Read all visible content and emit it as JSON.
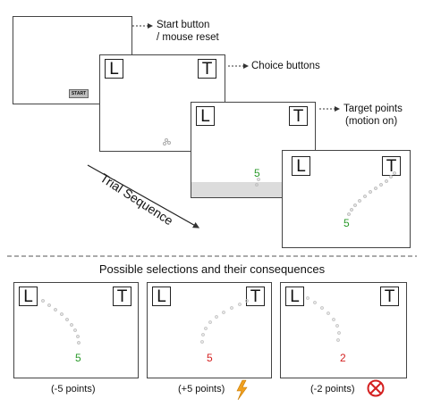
{
  "annotations": {
    "start": [
      "Start button",
      "/ mouse reset"
    ],
    "choice": "Choice buttons",
    "target": [
      "Target points",
      "(motion on)"
    ]
  },
  "start_button": "START",
  "keys": {
    "left": "L",
    "right": "T"
  },
  "trial_numbers": {
    "frame3": "5",
    "frame4": "5"
  },
  "sequence_label": "Trial Sequence",
  "section_title": "Possible selections and their consequences",
  "outcomes": [
    {
      "number": "5",
      "number_color": "#2a9a2a",
      "caption": "(-5 points)",
      "icon": ""
    },
    {
      "number": "5",
      "number_color": "#d42020",
      "caption": "(+5 points)",
      "icon": "lightning-icon"
    },
    {
      "number": "2",
      "number_color": "#d42020",
      "caption": "(-2 points)",
      "icon": "no-entry-icon"
    }
  ],
  "colors": {
    "green": "#2a9a2a",
    "red": "#d42020",
    "gray_bar": "#dcdcdc"
  }
}
